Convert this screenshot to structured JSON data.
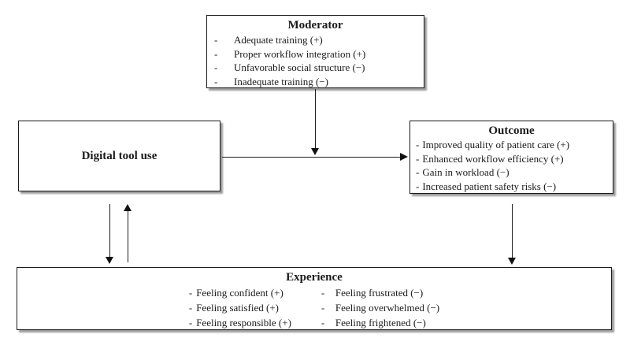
{
  "moderator": {
    "title": "Moderator",
    "bullet": "-",
    "items": [
      "Adequate training (+)",
      "Proper workflow integration (+)",
      "Unfavorable social structure (−)",
      "Inadequate training (−)"
    ]
  },
  "digital_tool_use": {
    "title": "Digital tool use"
  },
  "outcome": {
    "title": "Outcome",
    "bullet": "-",
    "items": [
      "Improved quality of patient care (+)",
      "Enhanced workflow efficiency (+)",
      "Gain in workload (−)",
      "Increased patient safety risks (−)"
    ]
  },
  "experience": {
    "title": "Experience",
    "bullet": "-",
    "left_items": [
      "Feeling confident (+)",
      "Feeling satisfied (+)",
      "Feeling responsible (+)"
    ],
    "right_items": [
      "Feeling frustrated (−)",
      "Feeling overwhelmed (−)",
      "Feeling frightened (−)"
    ]
  },
  "colors": {
    "background": "#ffffff",
    "text": "#1a1a1a",
    "border": "#1c1c1c",
    "arrow": "#111111"
  }
}
